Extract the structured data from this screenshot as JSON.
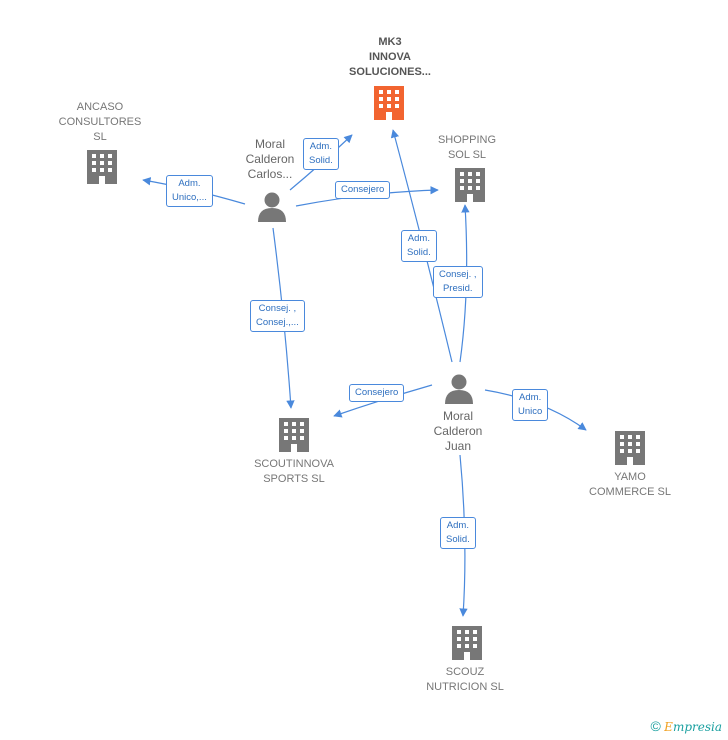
{
  "nodes": {
    "mk3": {
      "label_lines": [
        "MK3",
        "INNOVA",
        "SOLUCIONES..."
      ]
    },
    "ancaso": {
      "label_lines": [
        "ANCASO",
        "CONSULTORES",
        "SL"
      ]
    },
    "shopping": {
      "label_lines": [
        "SHOPPING",
        "SOL SL"
      ]
    },
    "scoutinnova": {
      "label_lines": [
        "SCOUTINNOVA",
        "SPORTS SL"
      ]
    },
    "yamo": {
      "label_lines": [
        "YAMO",
        "COMMERCE SL"
      ]
    },
    "scouz": {
      "label_lines": [
        "SCOUZ",
        "NUTRICION SL"
      ]
    },
    "carlos": {
      "label_lines": [
        "Moral",
        "Calderon",
        "Carlos..."
      ]
    },
    "juan": {
      "label_lines": [
        "Moral",
        "Calderon",
        "Juan"
      ]
    }
  },
  "edges": {
    "carlos_ancaso": [
      "Adm.",
      "Unico,..."
    ],
    "carlos_mk3": [
      "Adm.",
      "Solid."
    ],
    "carlos_shopping": [
      "Consejero"
    ],
    "carlos_scoutinnova": [
      "Consej. ,",
      "Consej.,..."
    ],
    "juan_mk3": [
      "Adm.",
      "Solid."
    ],
    "juan_shopping": [
      "Consej. ,",
      "Presid."
    ],
    "juan_scoutinnova": [
      "Consejero"
    ],
    "juan_yamo": [
      "Adm.",
      "Unico"
    ],
    "juan_scouz": [
      "Adm.",
      "Solid."
    ]
  },
  "footer": {
    "symbol": "©",
    "brand_initial": "E",
    "brand_rest": "mpresia"
  },
  "colors": {
    "edge": "#4a89dc",
    "company_icon": "#777777",
    "highlight_icon": "#f26430",
    "person_icon": "#777777"
  },
  "icons": {
    "company": "building-icon",
    "person": "person-icon"
  }
}
